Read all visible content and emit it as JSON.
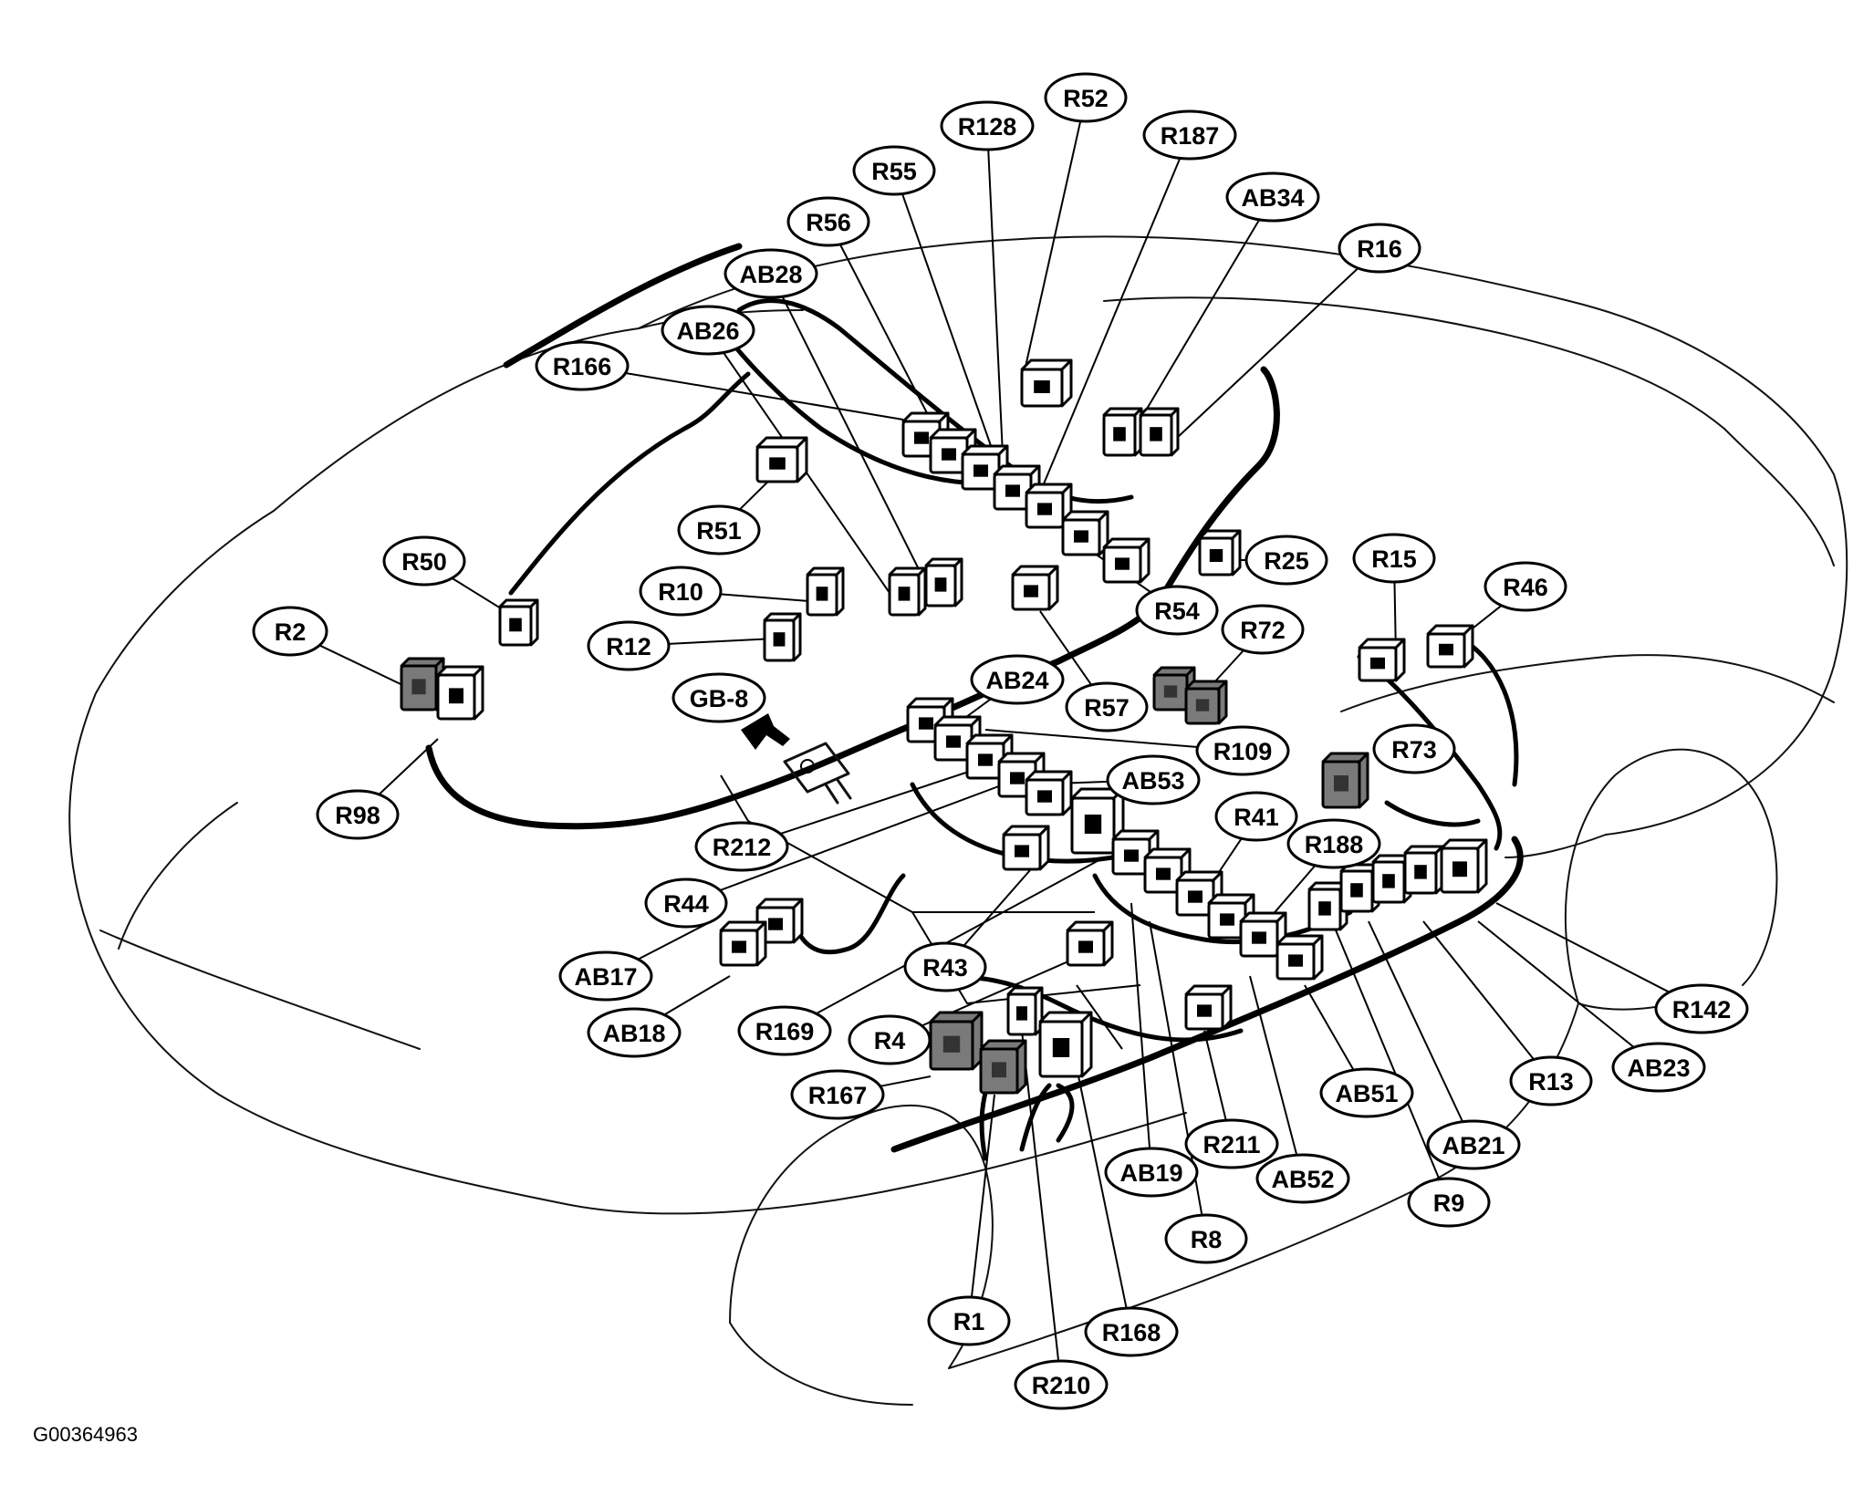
{
  "figure_id": "G00364963",
  "colors": {
    "line": "#000000",
    "background": "#ffffff",
    "connector_light": "#ffffff",
    "connector_dark": "#7a7a7a"
  },
  "labels": [
    {
      "id": "R52"
    },
    {
      "id": "R128"
    },
    {
      "id": "R187"
    },
    {
      "id": "R55"
    },
    {
      "id": "AB34"
    },
    {
      "id": "R56"
    },
    {
      "id": "R16"
    },
    {
      "id": "AB28"
    },
    {
      "id": "AB26"
    },
    {
      "id": "R166"
    },
    {
      "id": "R51"
    },
    {
      "id": "R50"
    },
    {
      "id": "R25"
    },
    {
      "id": "R15"
    },
    {
      "id": "R46"
    },
    {
      "id": "R10"
    },
    {
      "id": "R54"
    },
    {
      "id": "R2"
    },
    {
      "id": "R12"
    },
    {
      "id": "R72"
    },
    {
      "id": "AB24"
    },
    {
      "id": "GB-8"
    },
    {
      "id": "R57"
    },
    {
      "id": "R109"
    },
    {
      "id": "R73"
    },
    {
      "id": "AB53"
    },
    {
      "id": "R98"
    },
    {
      "id": "R41"
    },
    {
      "id": "R188"
    },
    {
      "id": "R212"
    },
    {
      "id": "R44"
    },
    {
      "id": "AB17"
    },
    {
      "id": "R43"
    },
    {
      "id": "R142"
    },
    {
      "id": "AB18"
    },
    {
      "id": "R169"
    },
    {
      "id": "R4"
    },
    {
      "id": "AB23"
    },
    {
      "id": "R13"
    },
    {
      "id": "R167"
    },
    {
      "id": "AB51"
    },
    {
      "id": "AB21"
    },
    {
      "id": "R211"
    },
    {
      "id": "AB19"
    },
    {
      "id": "AB52"
    },
    {
      "id": "R9"
    },
    {
      "id": "R8"
    },
    {
      "id": "R1"
    },
    {
      "id": "R168"
    },
    {
      "id": "R210"
    }
  ]
}
